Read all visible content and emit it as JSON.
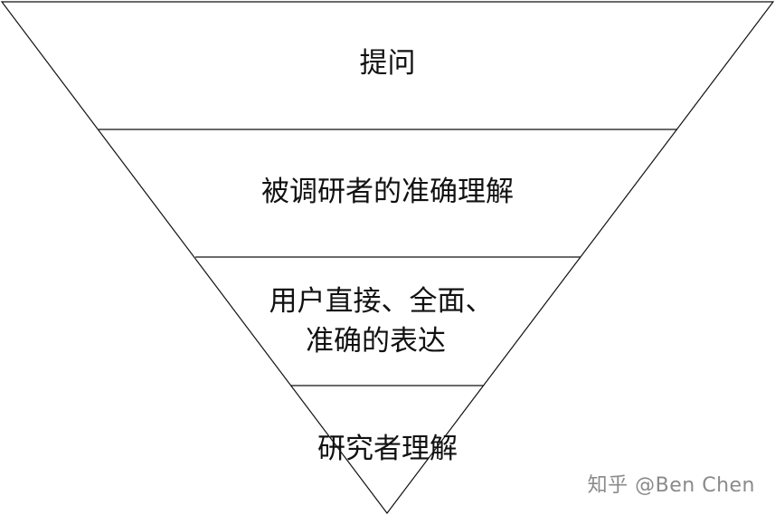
{
  "diagram": {
    "levels": [
      {
        "lines": [
          "提问"
        ]
      },
      {
        "lines": [
          "被调研者的准确理解"
        ]
      },
      {
        "lines": [
          "用户直接、全面、",
          "准确的表达"
        ]
      },
      {
        "lines": [
          "研究者理解"
        ]
      }
    ],
    "colors": {
      "stroke": "#111111",
      "fill": "#ffffff",
      "text": "#111111"
    }
  },
  "watermark": "知乎 @Ben Chen"
}
